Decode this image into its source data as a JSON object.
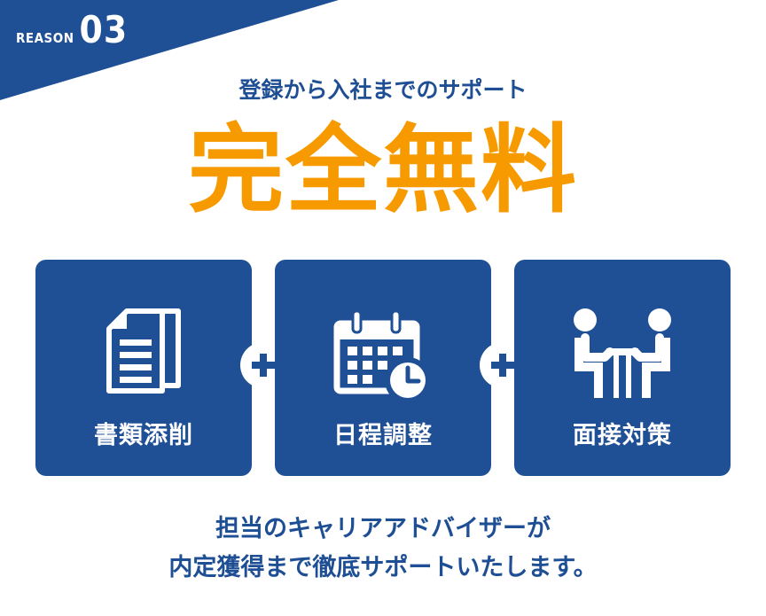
{
  "badge": {
    "label": "REASON",
    "number": "03"
  },
  "subtitle": "登録から入社までのサポート",
  "headline": "完全無料",
  "services": [
    {
      "label": "書類添削",
      "icon": "document-icon"
    },
    {
      "label": "日程調整",
      "icon": "calendar-clock-icon"
    },
    {
      "label": "面接対策",
      "icon": "interview-icon"
    }
  ],
  "footer": {
    "line1": "担当のキャリアアドバイザーが",
    "line2": "内定獲得まで徹底サポートいたします。"
  },
  "colors": {
    "navy": "#1f4f94",
    "orange": "#f79a00",
    "white": "#ffffff"
  }
}
